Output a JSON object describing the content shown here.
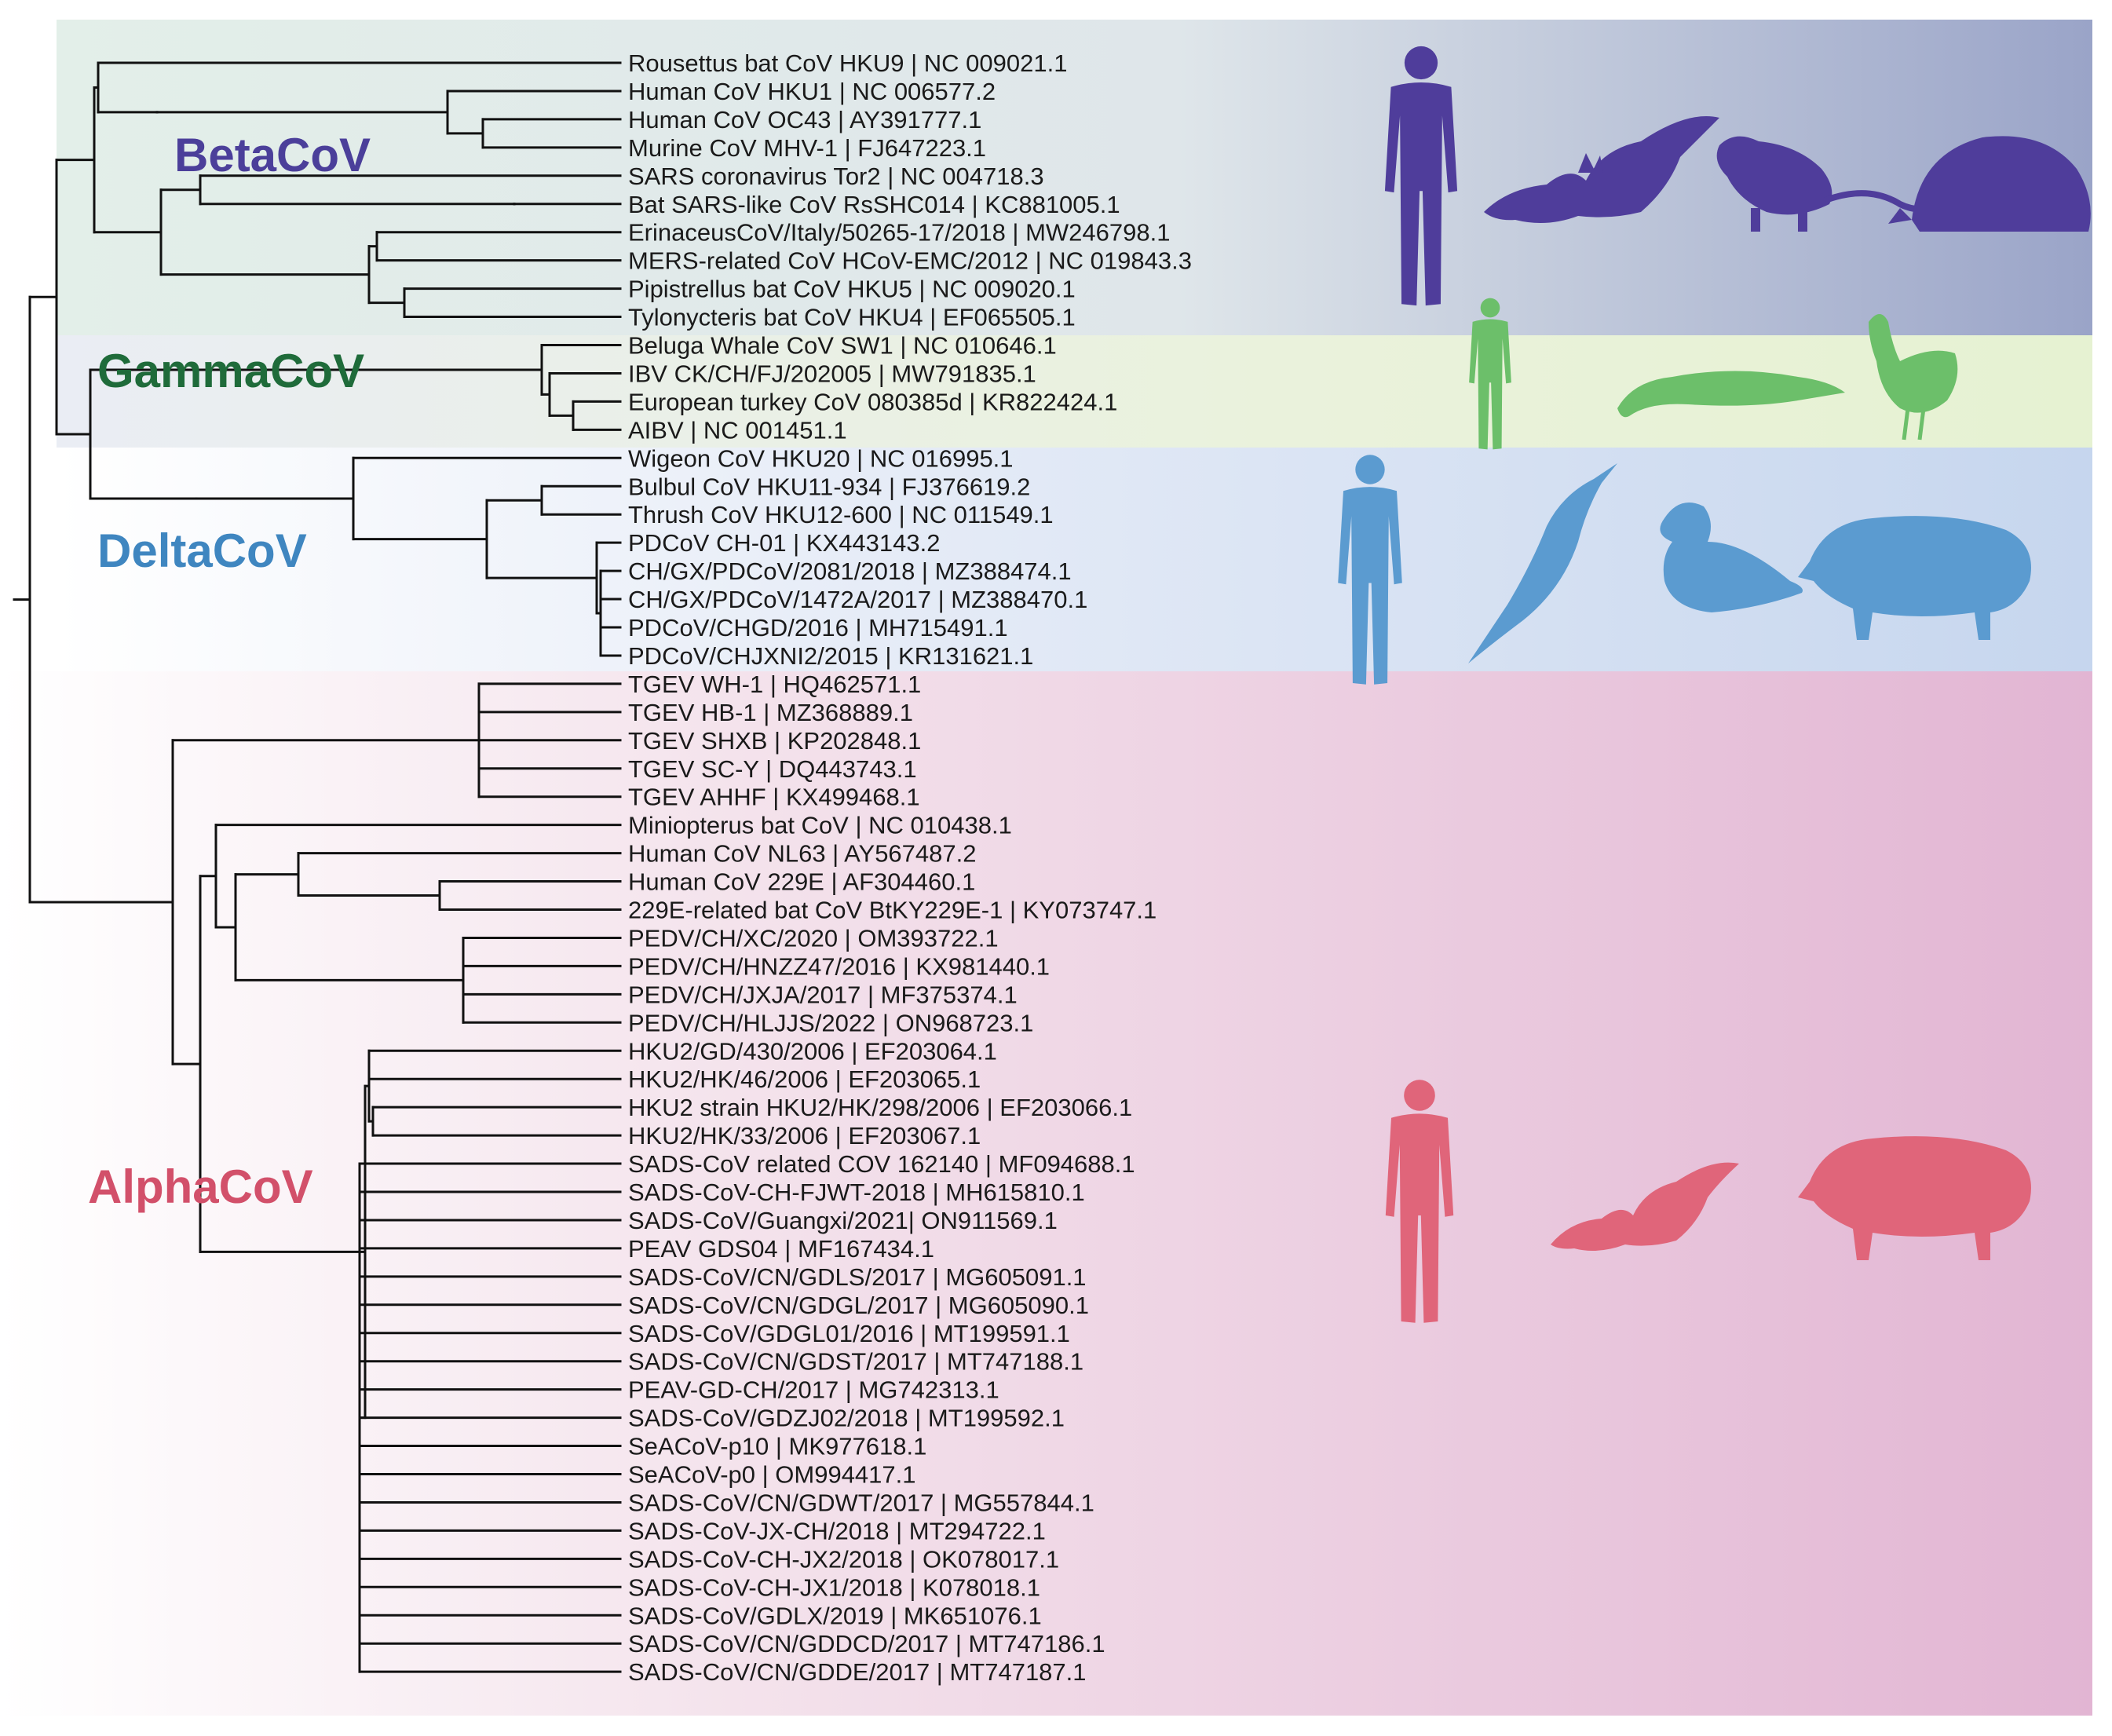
{
  "colors": {
    "beta": "#4b3f9a",
    "gamma": "#2e8a3e",
    "delta": "#3f86c0",
    "alpha": "#d2506a",
    "beta_silhouette": "#4f3d9b",
    "gamma_silhouette": "#6cbf6a",
    "delta_silhouette": "#5b9bd0",
    "alpha_silhouette": "#e0657a"
  },
  "clades": [
    {
      "id": "beta",
      "label": "BetaCoV",
      "hosts": [
        "human-icon",
        "bat-icon",
        "rodent-icon",
        "hedgehog-icon"
      ]
    },
    {
      "id": "gamma",
      "label": "GammaCoV",
      "hosts": [
        "human-icon",
        "whale-icon",
        "chicken-icon"
      ]
    },
    {
      "id": "delta",
      "label": "DeltaCoV",
      "hosts": [
        "human-icon",
        "bird-icon",
        "duck-icon",
        "pig-icon"
      ]
    },
    {
      "id": "alpha",
      "label": "AlphaCoV",
      "hosts": [
        "human-icon",
        "bat-icon",
        "pig-icon"
      ]
    }
  ],
  "leaves": [
    "Rousettus bat CoV HKU9 | NC 009021.1",
    "Human CoV HKU1 | NC 006577.2",
    "Human CoV OC43 | AY391777.1",
    "Murine CoV MHV-1 | FJ647223.1",
    "SARS coronavirus Tor2 | NC 004718.3",
    "Bat SARS-like CoV RsSHC014 | KC881005.1",
    "ErinaceusCoV/Italy/50265-17/2018 | MW246798.1",
    "MERS-related CoV HCoV-EMC/2012 | NC 019843.3",
    "Pipistrellus bat CoV HKU5 | NC 009020.1",
    "Tylonycteris bat CoV HKU4 | EF065505.1",
    "Beluga Whale CoV SW1 | NC 010646.1",
    "IBV CK/CH/FJ/202005 | MW791835.1",
    "European turkey CoV 080385d | KR822424.1",
    "AIBV | NC 001451.1",
    "Wigeon CoV HKU20 | NC 016995.1",
    "Bulbul CoV HKU11-934 | FJ376619.2",
    "Thrush CoV HKU12-600 | NC 011549.1",
    "PDCoV CH-01 | KX443143.2",
    "CH/GX/PDCoV/2081/2018 | MZ388474.1",
    "CH/GX/PDCoV/1472A/2017 | MZ388470.1",
    "PDCoV/CHGD/2016 | MH715491.1",
    "PDCoV/CHJXNI2/2015 | KR131621.1",
    "TGEV WH-1 | HQ462571.1",
    "TGEV HB-1 | MZ368889.1",
    "TGEV SHXB | KP202848.1",
    "TGEV SC-Y | DQ443743.1",
    "TGEV AHHF | KX499468.1",
    "Miniopterus bat CoV | NC 010438.1",
    "Human CoV NL63 | AY567487.2",
    "Human CoV 229E | AF304460.1",
    "229E-related bat CoV BtKY229E-1 | KY073747.1",
    "PEDV/CH/XC/2020 | OM393722.1",
    "PEDV/CH/HNZZ47/2016 | KX981440.1",
    "PEDV/CH/JXJA/2017 | MF375374.1",
    "PEDV/CH/HLJJS/2022 | ON968723.1",
    "HKU2/GD/430/2006 | EF203064.1",
    "HKU2/HK/46/2006 | EF203065.1",
    "HKU2 strain HKU2/HK/298/2006 | EF203066.1",
    "HKU2/HK/33/2006 | EF203067.1",
    "SADS-CoV related COV 162140 | MF094688.1",
    "SADS-CoV-CH-FJWT-2018 | MH615810.1",
    "SADS-CoV/Guangxi/2021| ON911569.1",
    "PEAV GDS04 | MF167434.1",
    "SADS-CoV/CN/GDLS/2017 | MG605091.1",
    "SADS-CoV/CN/GDGL/2017 | MG605090.1",
    "SADS-CoV/GDGL01/2016 | MT199591.1",
    "SADS-CoV/CN/GDST/2017 | MT747188.1",
    "PEAV-GD-CH/2017 | MG742313.1",
    "SADS-CoV/GDZJ02/2018 | MT199592.1",
    "SeACoV-p10 | MK977618.1",
    "SeACoV-p0 | OM994417.1",
    "SADS-CoV/CN/GDWT/2017 | MG557844.1",
    "SADS-CoV-JX-CH/2018 | MT294722.1",
    "SADS-CoV-CH-JX2/2018 | OK078017.1",
    "SADS-CoV-CH-JX1/2018 | K078018.1",
    "SADS-CoV/GDLX/2019 | MK651076.1",
    "SADS-CoV/CN/GDDCD/2017 | MT747186.1",
    "SADS-CoV/CN/GDDE/2017 | MT747187.1"
  ]
}
